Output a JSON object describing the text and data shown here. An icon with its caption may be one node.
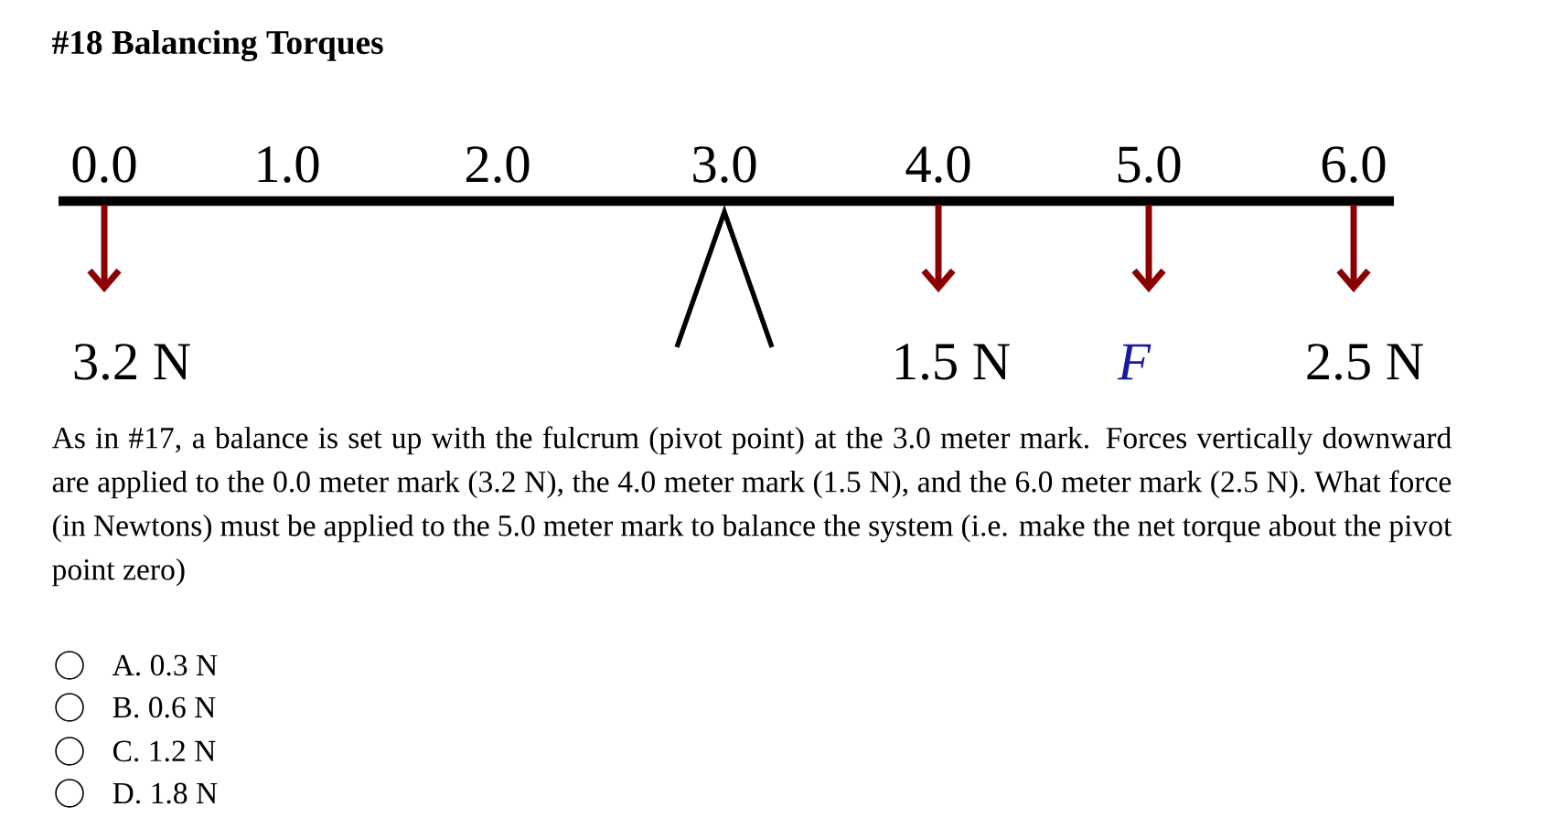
{
  "diagram": {
    "title": "#18 Balancing Torques",
    "labels": [
      "0.0",
      "1.0",
      "2.0",
      "3.0",
      "4.0",
      "5.0",
      "6.0",
      "3.2 N",
      "1.5 N",
      "F",
      "2.5 N",
      "As in #17, a balance is set up with the fulcrum (pivot point) at the 3.0 meter mark. Forces vertically downward are applied to the 0.0 meter mark (3.2 N), the 4.0 meter mark (1.5 N), and the 6.0 meter mark (2.5 N). What force (in Newtons) must be applied to the 5.0 meter mark to balance the system (i.e. make the net torque about the pivot point zero)",
      "A. 0.3 N",
      "B. 0.6 N",
      "C. 1.2 N",
      "D. 1.8 N"
    ]
  }
}
